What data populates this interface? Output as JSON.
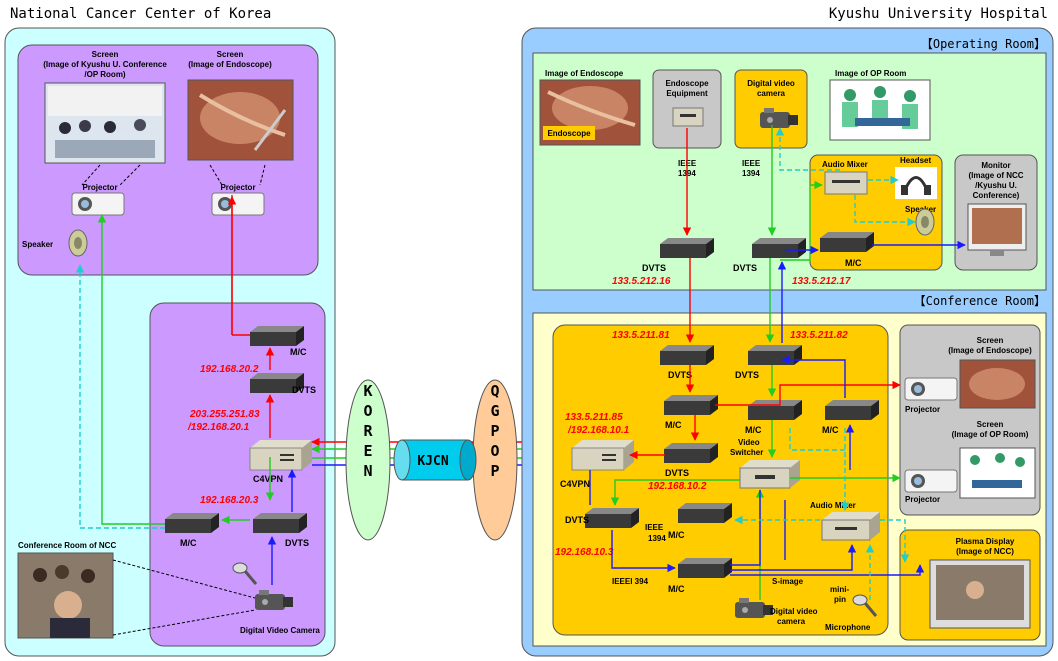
{
  "sites": {
    "left_title": "National Cancer Center of Korea",
    "right_title": "Kyushu University Hospital",
    "operating_room": "【Operating Room】",
    "conference_room": "【Conference Room】"
  },
  "ncc": {
    "screen1_line1": "Screen",
    "screen1_line2": "(Image of Kyushu U. Conference",
    "screen1_line3": "/OP Room)",
    "screen2_line1": "Screen",
    "screen2_line2": "(Image of Endoscope)",
    "projector1": "Projector",
    "projector2": "Projector",
    "speaker": "Speaker",
    "mc_top": "M/C",
    "ip_top": "192.168.20.2",
    "dvts_top": "DVTS",
    "ip_c4_1": "203.255.251.83",
    "ip_c4_2": "/192.168.20.1",
    "c4vpn": "C4VPN",
    "ip_bottom": "192.168.20.3",
    "mc_bottom": "M/C",
    "dvts_bottom": "DVTS",
    "conf_room": "Conference Room of NCC",
    "camera": "Digital Video Camera"
  },
  "network": {
    "koren": "KOREN",
    "kjcn": "KJCN",
    "qgpop": "QGPOP"
  },
  "op": {
    "image_endoscope": "Image of Endoscope",
    "endoscope": "Endoscope",
    "equip_line1": "Endoscope",
    "equip_line2": "Equipment",
    "camera_line1": "Digital video",
    "camera_line2": "camera",
    "image_op_room": "Image of OP Room",
    "ieee1_a": "IEEE",
    "ieee1_b": "1394",
    "ieee2_a": "IEEE",
    "ieee2_b": "1394",
    "audio_mixer": "Audio Mixer",
    "headset": "Headset",
    "speaker": "Speaker",
    "monitor_line1": "Monitor",
    "monitor_line2": "(Image of NCC",
    "monitor_line3": "/Kyushu U.",
    "monitor_line4": "Conference)",
    "dvts1": "DVTS",
    "ip1": "133.5.212.16",
    "dvts2": "DVTS",
    "ip2": "133.5.212.17",
    "mc": "M/C"
  },
  "conf": {
    "ip_a": "133.5.211.81",
    "ip_b": "133.5.211.82",
    "dvts_a": "DVTS",
    "dvts_b": "DVTS",
    "mc1": "M/C",
    "mc2": "M/C",
    "mc3": "M/C",
    "ip_c4_1": "133.5.211.85",
    "ip_c4_2": "/192.168.10.1",
    "c4vpn": "C4VPN",
    "dvts_c": "DVTS",
    "ip_c": "192.168.10.2",
    "switcher_line1": "Video",
    "switcher_line2": "Switcher",
    "dvts_d": "DVTS",
    "ip_d": "192.168.10.3",
    "ieee_a": "IEEE",
    "ieee_b": "1394",
    "mc4": "M/C",
    "audio_mixer": "Audio Mixer",
    "ieee1394": "IEEEl 394",
    "mc5": "M/C",
    "s_image": "S-image",
    "mini_pin_1": "mini-",
    "mini_pin_2": "pin",
    "camera_line1": "Digital video",
    "camera_line2": "camera",
    "microphone": "Microphone",
    "screen1_line1": "Screen",
    "screen1_line2": "(Image of Endoscope)",
    "projector1": "Projector",
    "screen2_line1": "Screen",
    "screen2_line2": "(Image of OP Room)",
    "projector2": "Projector",
    "plasma_line1": "Plasma Display",
    "plasma_line2": "(Image of NCC)"
  },
  "colors": {
    "red": "#ff0000",
    "green": "#22cc22",
    "blue": "#1a1aff",
    "cyan": "#22cccc",
    "left_bg": "#ccffff",
    "purple": "#cc99ff",
    "right_bg": "#99ccff",
    "op_bg": "#ccffcc",
    "conf_bg": "#ffffcc",
    "orange": "#ffcc00",
    "gray_panel": "#c8c8c8",
    "koren_fill": "#ccffcc",
    "qgpop_fill": "#ffcc99"
  }
}
